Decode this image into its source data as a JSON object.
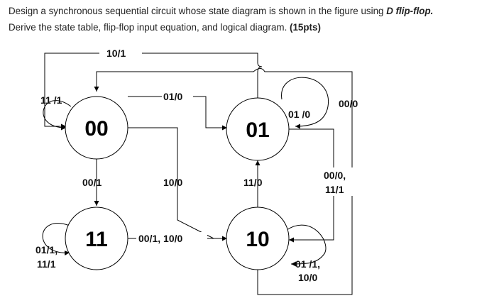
{
  "question": {
    "line1_prefix": "Design a synchronous sequential circuit whose state diagram is shown in the figure using ",
    "line1_emph": "D flip-flop.",
    "line2_prefix": "Derive the state table, flip-flop input equation, and logical diagram. ",
    "line2_points": "(15pts)"
  },
  "diagram": {
    "states": {
      "s00": "00",
      "s01": "01",
      "s11": "11",
      "s10": "10"
    },
    "transitions": {
      "t00_self": "11 /1",
      "t00_to_01": "01/0",
      "t01_to_00": "10/1",
      "t00_to_11": "00/1",
      "t00_to_10": "10/0",
      "t01_self": "01 /0",
      "t01_to_10": "00/0",
      "t10_to_01": "11/0",
      "t11_self_1": "01/1,",
      "t11_self_2": "11/1",
      "t11_to_10": "00/1, 10/0",
      "t10_to_11_1": "00/0,",
      "t10_to_11_2": "11/1",
      "t10_self_1": "01 /1,",
      "t10_self_2": "10/0"
    }
  }
}
